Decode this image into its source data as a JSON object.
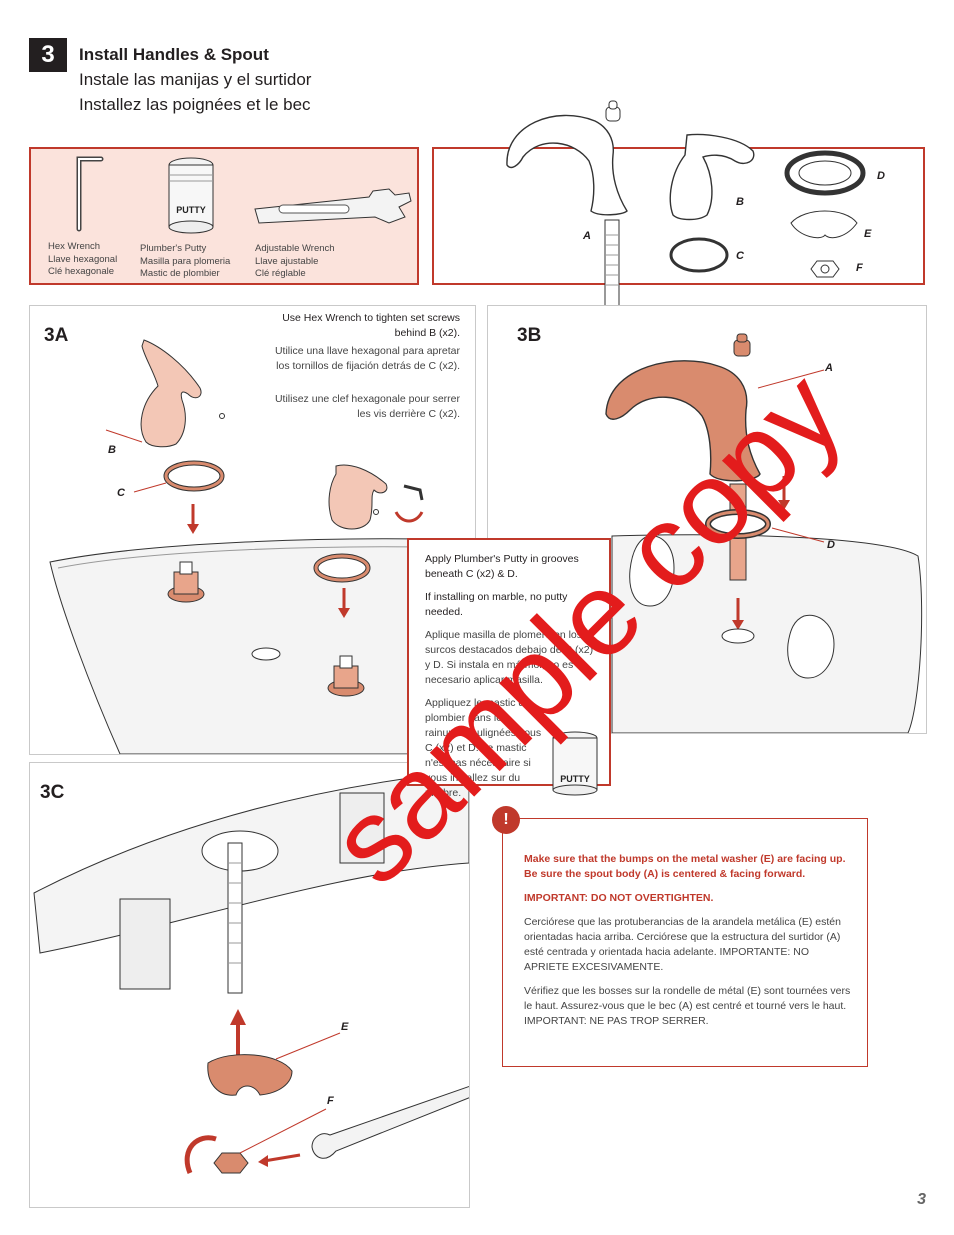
{
  "step": {
    "number": "3",
    "title_en": "Install Handles & Spout",
    "title_es": "Instale las manijas y el surtidor",
    "title_fr": "Installez las poignées et le bec"
  },
  "tools": [
    {
      "icon": "hex-wrench-icon",
      "lines": [
        "Hex Wrench",
        "Llave hexagonal",
        "Clé hexagonale"
      ]
    },
    {
      "icon": "putty-jar-icon",
      "lines": [
        "Plumber's Putty",
        "Masilla para plomeria",
        "Mastic de plombier"
      ]
    },
    {
      "icon": "adjustable-wrench-icon",
      "lines": [
        "Adjustable Wrench",
        "Llave ajustable",
        "Clé réglable"
      ]
    }
  ],
  "putty_label": "PUTTY",
  "parts_labels": {
    "a": "A",
    "b": "B",
    "c": "C",
    "d": "D",
    "e": "E",
    "f": "F"
  },
  "sections": {
    "s3a": "3A",
    "s3b": "3B",
    "s3c": "3C"
  },
  "hex_note": {
    "en": "Use Hex Wrench to tighten set screws behind B (x2).",
    "es": "Utilice una llave hexagonal para apretar los tornillos de fijación detrás de C (x2).",
    "fr": "Utilisez une clef hexagonale pour serrer les vis derrière C (x2)."
  },
  "putty_note": {
    "en1": "Apply Plumber's Putty in grooves beneath C (x2) & D.",
    "en2": "If installing on marble, no putty needed.",
    "es": "Aplique masilla de plomero en los surcos destacados debajo de C (x2) y D. Si instala en mármol, no es necesario aplicar masilla.",
    "fr": "Appliquez le mastic de plombier dans les rainures soulignées sous C (x2) et D. Le mastic n'est pas nécessaire si vous installez sur du marbre."
  },
  "warning": {
    "badge": "!",
    "en": "Make sure that the bumps on the metal washer (E) are facing up. Be sure the spout body (A) is centered & facing forward.",
    "important": "IMPORTANT: DO NOT OVERTIGHTEN.",
    "es": "Cerciórese que las protuberancias de la arandela metálica (E) estén orientadas hacia arriba. Cerciórese que la estructura del surtidor (A) esté centrada y orientada hacia adelante. IMPORTANTE: NO APRIETE EXCESIVAMENTE.",
    "fr": "Vérifiez que les bosses sur la rondelle de métal (E) sont tournées vers le haut. Assurez-vous que le bec (A) est centré et tourné vers le haut. IMPORTANT: NE PAS TROP SERRER."
  },
  "page_number": "3",
  "watermark": "sample copy",
  "colors": {
    "accent_red": "#c0392b",
    "copper": "#d98b6e",
    "watermark_red": "#e31c1c",
    "tools_bg": "#fbe3dc"
  }
}
